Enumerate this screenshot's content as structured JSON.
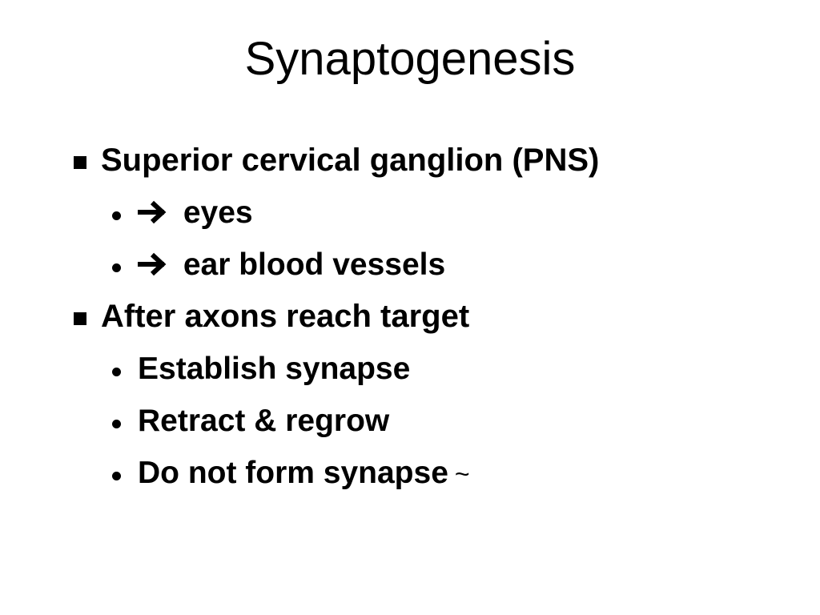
{
  "slide": {
    "title": "Synaptogenesis",
    "bullets": [
      {
        "text": "Superior cervical ganglion (PNS)",
        "sub": [
          {
            "icon": "right-arrow-icon",
            "text": "eyes"
          },
          {
            "icon": "right-arrow-icon",
            "text": "ear blood vessels"
          }
        ]
      },
      {
        "text": "After axons reach target",
        "sub": [
          {
            "text": "Establish synapse"
          },
          {
            "text": "Retract & regrow"
          },
          {
            "text": "Do not form synapse",
            "suffix": "~"
          }
        ]
      }
    ]
  }
}
